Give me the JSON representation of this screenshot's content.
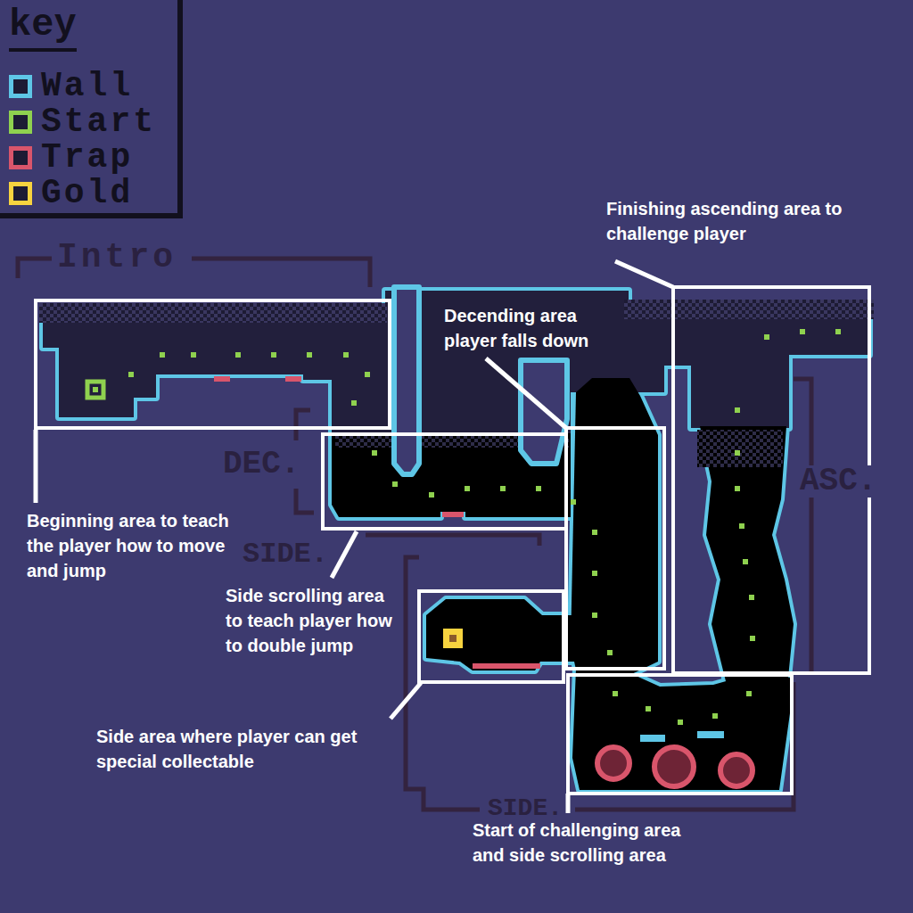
{
  "diagram": {
    "labels": [
      "key",
      "Intro",
      "Finishing ascending area to challenge player",
      "Decending area player falls down",
      "DEC.",
      "ASC.",
      "Beginning area to teach the player how to move and jump",
      "SIDE.",
      "Side scrolling area to teach player how to double jump",
      "Side area where player can get special collectable",
      "SIDE.",
      "Start of challenging area and side scrolling area"
    ],
    "legend": [
      {
        "text": "Wall",
        "color": "#5ec6e6"
      },
      {
        "text": "Start",
        "color": "#8fd14f"
      },
      {
        "text": "Trap",
        "color": "#d9556b"
      },
      {
        "text": "Gold",
        "color": "#f7d33f"
      }
    ]
  }
}
